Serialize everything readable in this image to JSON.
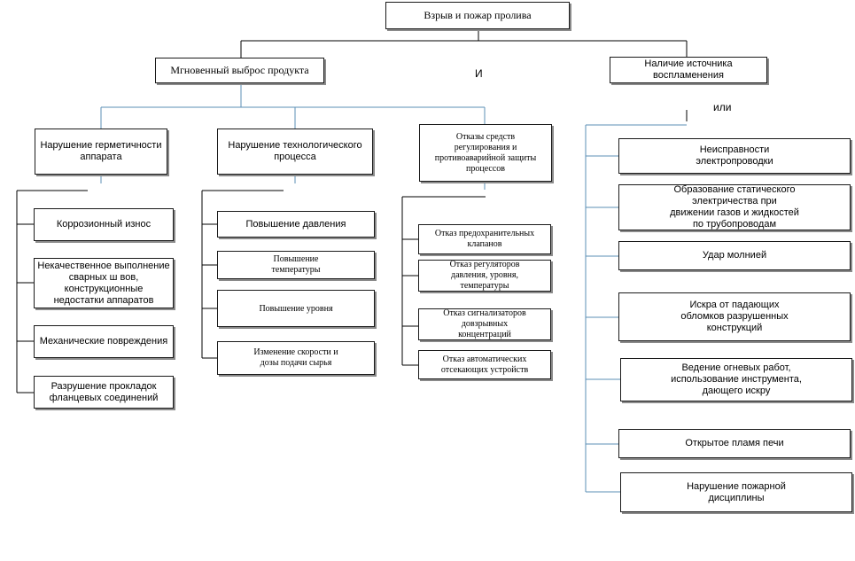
{
  "root": "Взрыв и пожар пролива",
  "connector_and": "И",
  "connector_or": "или",
  "level1": {
    "release": "Мгновенный выброс продукта",
    "ignition": "Наличие источника\nвоспламенения"
  },
  "release_causes": {
    "sealing": {
      "title": "Нарушение герметичности\nаппарата",
      "items": [
        "Коррозионный  износ",
        "Некачественное выполнение\nсварных ш вов, конструкционные\nнедостатки аппаратов",
        "Механические повреждения",
        "Разрушение прокладок\nфланцевых соединений"
      ]
    },
    "process": {
      "title": "Нарушение технологического\nпроцесса",
      "items": [
        "Повышение давления",
        "Повышение\nтемпературы",
        "Повышение уровня",
        "Изменение скорости и\nдозы подачи сырья"
      ]
    },
    "control": {
      "title": "Отказы средств\nрегулирования и\nпротивоаварийной защиты\nпроцессов",
      "items": [
        "Отказ предохранительных\nклапанов",
        "Отказ регуляторов\nдавления, уровня,\nтемпературы",
        "Отказ сигнализаторов\nдовзрывных\nконцентраций",
        "Отказ автоматических\nотсекающих устройств"
      ]
    }
  },
  "ignition_sources": [
    "Неисправности\nэлектропроводки",
    "Образование статического\nэлектричества при\nдвижении газов и жидкостей\nпо трубопроводам",
    "Удар молнией",
    "Искра от падающих\nобломков разрушенных\nконструкций",
    "Ведение огневых работ,\nиспользование инструмента,\nдающего искру",
    "Открытое пламя печи",
    "Нарушение пожарной\nдисциплины"
  ],
  "colors": {
    "black_line": "#000000",
    "blue_line": "#5b8fb5",
    "box_border": "#1a1a1a",
    "shadow": "#8a8a8a"
  }
}
